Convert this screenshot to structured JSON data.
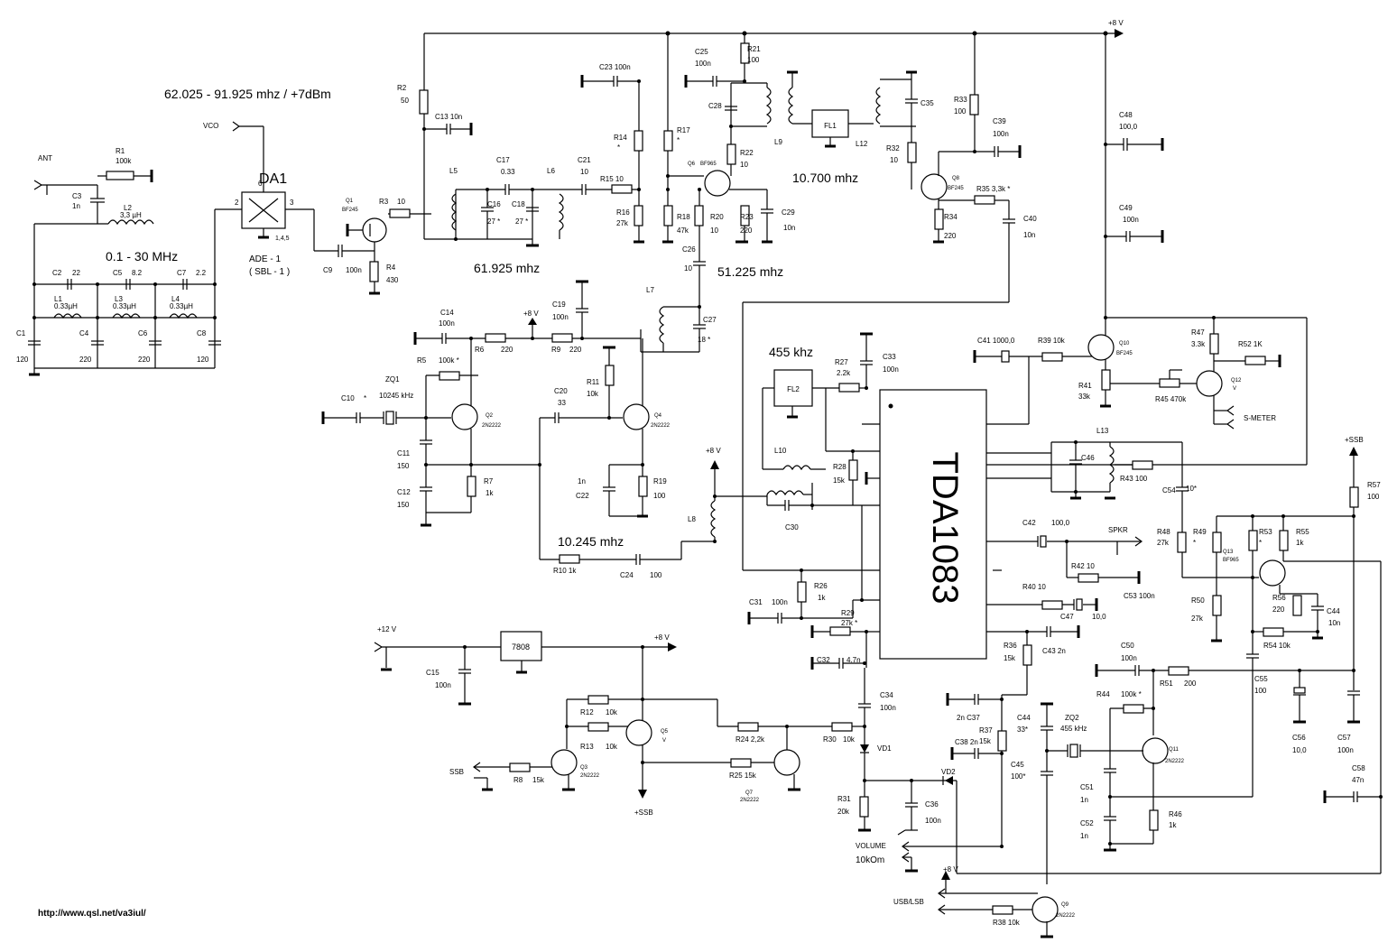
{
  "title_freq": "62.025 - 91.925  mhz / +7dBm",
  "footer_url": "http://www.qsl.net/va3iul/",
  "ic_main": "TDA1083",
  "mixer": {
    "name": "DA1",
    "model": "ADE - 1",
    "alt": "( SBL - 1 )",
    "pins_gnd": "1,4,5",
    "pin_in": "2",
    "pin_out": "3",
    "pin_lo": "6"
  },
  "regulator": "7808",
  "filters": {
    "fl1": "FL1",
    "fl2": "FL2"
  },
  "frequencies": {
    "band": "0.1 - 30 MHz",
    "if1": "61.925 mhz",
    "if2": "51.225 mhz",
    "if3": "10.700 mhz",
    "if4": "455 khz",
    "lo": "10.245 mhz"
  },
  "connectors": {
    "ant": "ANT",
    "vco": "VCO",
    "spkr": "SPKR",
    "smeter": "S-METER",
    "ssb_in": "SSB",
    "usb_lsb": "USB/LSB",
    "volume": "VOLUME",
    "volume_val": "10kOm",
    "v12": "+12 V",
    "v8": "+8 V",
    "vssb": "+SSB"
  },
  "labels": [
    {
      "id": "r1",
      "t": "R1"
    },
    {
      "id": "r1v",
      "t": "100k"
    },
    {
      "id": "c3",
      "t": "C3"
    },
    {
      "id": "c3v",
      "t": "1n"
    },
    {
      "id": "l2",
      "t": "L2"
    },
    {
      "id": "l2v",
      "t": "3,3 µH"
    },
    {
      "id": "c2",
      "t": "C2"
    },
    {
      "id": "c2v",
      "t": "22"
    },
    {
      "id": "c5",
      "t": "C5"
    },
    {
      "id": "c5v",
      "t": "8.2"
    },
    {
      "id": "c7",
      "t": "C7"
    },
    {
      "id": "c7v",
      "t": "2.2"
    },
    {
      "id": "l1",
      "t": "L1"
    },
    {
      "id": "l1v",
      "t": "0.33µH"
    },
    {
      "id": "l3",
      "t": "L3"
    },
    {
      "id": "l3v",
      "t": "0.33µH"
    },
    {
      "id": "l4",
      "t": "L4"
    },
    {
      "id": "l4v",
      "t": "0.33µH"
    },
    {
      "id": "c1",
      "t": "C1"
    },
    {
      "id": "c1v",
      "t": "120"
    },
    {
      "id": "c4",
      "t": "C4"
    },
    {
      "id": "c4v",
      "t": "220"
    },
    {
      "id": "c6",
      "t": "C6"
    },
    {
      "id": "c6v",
      "t": "220"
    },
    {
      "id": "c8",
      "t": "C8"
    },
    {
      "id": "c8v",
      "t": "120"
    },
    {
      "id": "r2",
      "t": "R2"
    },
    {
      "id": "r2v",
      "t": "50"
    },
    {
      "id": "c13",
      "t": "C13  10n"
    },
    {
      "id": "q1",
      "t": "Q1"
    },
    {
      "id": "q1m",
      "t": "BF245"
    },
    {
      "id": "r3",
      "t": "R3"
    },
    {
      "id": "r3v",
      "t": "10"
    },
    {
      "id": "c9",
      "t": "C9"
    },
    {
      "id": "c9v",
      "t": "100n"
    },
    {
      "id": "r4",
      "t": "R4"
    },
    {
      "id": "r4v",
      "t": "430"
    },
    {
      "id": "l5",
      "t": "L5"
    },
    {
      "id": "c17",
      "t": "C17"
    },
    {
      "id": "c17v",
      "t": "0.33"
    },
    {
      "id": "l6",
      "t": "L6"
    },
    {
      "id": "c16",
      "t": "C16"
    },
    {
      "id": "c16v",
      "t": "27 *"
    },
    {
      "id": "c18",
      "t": "C18"
    },
    {
      "id": "c18v",
      "t": "27 *"
    },
    {
      "id": "c21",
      "t": "C21"
    },
    {
      "id": "c21v",
      "t": "10"
    },
    {
      "id": "r15",
      "t": "R15  10"
    },
    {
      "id": "c23",
      "t": "C23  100n"
    },
    {
      "id": "r14",
      "t": "R14"
    },
    {
      "id": "r14v",
      "t": "*"
    },
    {
      "id": "r16",
      "t": "R16"
    },
    {
      "id": "r16v",
      "t": "27k"
    },
    {
      "id": "r17",
      "t": "R17"
    },
    {
      "id": "r17v",
      "t": "*"
    },
    {
      "id": "r18",
      "t": "R18"
    },
    {
      "id": "r18v",
      "t": "47k"
    },
    {
      "id": "q6",
      "t": "Q6"
    },
    {
      "id": "q6m",
      "t": "BF965"
    },
    {
      "id": "c25",
      "t": "C25"
    },
    {
      "id": "c25v",
      "t": "100n"
    },
    {
      "id": "r21",
      "t": "R21"
    },
    {
      "id": "r21v",
      "t": "100"
    },
    {
      "id": "c28",
      "t": "C28"
    },
    {
      "id": "l9",
      "t": "L9"
    },
    {
      "id": "r22",
      "t": "R22"
    },
    {
      "id": "r22v",
      "t": "10"
    },
    {
      "id": "r20",
      "t": "R20"
    },
    {
      "id": "r20v",
      "t": "10"
    },
    {
      "id": "r23",
      "t": "R23"
    },
    {
      "id": "r23v",
      "t": "220"
    },
    {
      "id": "c29",
      "t": "C29"
    },
    {
      "id": "c29v",
      "t": "10n"
    },
    {
      "id": "c26",
      "t": "C26"
    },
    {
      "id": "c26v",
      "t": "10"
    },
    {
      "id": "l12",
      "t": "L12"
    },
    {
      "id": "c35",
      "t": "C35"
    },
    {
      "id": "r33",
      "t": "R33"
    },
    {
      "id": "r33v",
      "t": "100"
    },
    {
      "id": "c39",
      "t": "C39"
    },
    {
      "id": "c39v",
      "t": "100n"
    },
    {
      "id": "r32",
      "t": "R32"
    },
    {
      "id": "r32v",
      "t": "10"
    },
    {
      "id": "q8",
      "t": "Q8"
    },
    {
      "id": "q8m",
      "t": "BF245"
    },
    {
      "id": "r35",
      "t": "R35  3,3k *"
    },
    {
      "id": "r34",
      "t": "R34"
    },
    {
      "id": "r34v",
      "t": "220"
    },
    {
      "id": "c40",
      "t": "C40"
    },
    {
      "id": "c40v",
      "t": "10n"
    },
    {
      "id": "c48",
      "t": "C48"
    },
    {
      "id": "c48v",
      "t": "100,0"
    },
    {
      "id": "c49",
      "t": "C49"
    },
    {
      "id": "c49v",
      "t": "100n"
    },
    {
      "id": "c14",
      "t": "C14"
    },
    {
      "id": "c14v",
      "t": "100n"
    },
    {
      "id": "v8a",
      "t": "+8 V"
    },
    {
      "id": "c19",
      "t": "C19"
    },
    {
      "id": "c19v",
      "t": "100n"
    },
    {
      "id": "r6",
      "t": "R6"
    },
    {
      "id": "r6v",
      "t": "220"
    },
    {
      "id": "r9",
      "t": "R9"
    },
    {
      "id": "r9v",
      "t": "220"
    },
    {
      "id": "l7",
      "t": "L7"
    },
    {
      "id": "c27",
      "t": "C27"
    },
    {
      "id": "c27v",
      "t": "18 *"
    },
    {
      "id": "r5",
      "t": "R5"
    },
    {
      "id": "r5v",
      "t": "100k *"
    },
    {
      "id": "zq1",
      "t": "ZQ1"
    },
    {
      "id": "zq1v",
      "t": "10245 kHz"
    },
    {
      "id": "c10",
      "t": "C10"
    },
    {
      "id": "c10v",
      "t": "*"
    },
    {
      "id": "q2",
      "t": "Q2"
    },
    {
      "id": "q2m",
      "t": "2N2222"
    },
    {
      "id": "c11",
      "t": "C11"
    },
    {
      "id": "c11v",
      "t": "150"
    },
    {
      "id": "c12",
      "t": "C12"
    },
    {
      "id": "c12v",
      "t": "150"
    },
    {
      "id": "r7",
      "t": "R7"
    },
    {
      "id": "r7v",
      "t": "1k"
    },
    {
      "id": "c20",
      "t": "C20"
    },
    {
      "id": "c20v",
      "t": "33"
    },
    {
      "id": "r11",
      "t": "R11"
    },
    {
      "id": "r11v",
      "t": "10k"
    },
    {
      "id": "q4",
      "t": "Q4"
    },
    {
      "id": "q4m",
      "t": "2N2222"
    },
    {
      "id": "c22",
      "t": "C22"
    },
    {
      "id": "c22v",
      "t": "1n"
    },
    {
      "id": "r19",
      "t": "R19"
    },
    {
      "id": "r19v",
      "t": "100"
    },
    {
      "id": "r10",
      "t": "R10  1k"
    },
    {
      "id": "c24",
      "t": "C24"
    },
    {
      "id": "c24v",
      "t": "100"
    },
    {
      "id": "l8",
      "t": "L8"
    },
    {
      "id": "v8b",
      "t": "+8 V"
    },
    {
      "id": "r27",
      "t": "R27"
    },
    {
      "id": "r27v",
      "t": "2.2k"
    },
    {
      "id": "c33",
      "t": "C33"
    },
    {
      "id": "c33v",
      "t": "100n"
    },
    {
      "id": "l10",
      "t": "L10"
    },
    {
      "id": "c30",
      "t": "C30"
    },
    {
      "id": "r28",
      "t": "R28"
    },
    {
      "id": "r28v",
      "t": "15k"
    },
    {
      "id": "c41",
      "t": "C41  1000,0"
    },
    {
      "id": "r39",
      "t": "R39  10k"
    },
    {
      "id": "q10",
      "t": "Q10"
    },
    {
      "id": "q10m",
      "t": "BF245"
    },
    {
      "id": "r47",
      "t": "R47"
    },
    {
      "id": "r47v",
      "t": "3.3k"
    },
    {
      "id": "r52",
      "t": "R52  1K"
    },
    {
      "id": "r41",
      "t": "R41"
    },
    {
      "id": "r41v",
      "t": "33k"
    },
    {
      "id": "r45",
      "t": "R45  470k"
    },
    {
      "id": "q12",
      "t": "Q12"
    },
    {
      "id": "q12v",
      "t": "V"
    },
    {
      "id": "l13",
      "t": "L13"
    },
    {
      "id": "c46",
      "t": "C46"
    },
    {
      "id": "r43",
      "t": "R43  100"
    },
    {
      "id": "c54",
      "t": "C54"
    },
    {
      "id": "c54v",
      "t": "10*"
    },
    {
      "id": "r57",
      "t": "R57"
    },
    {
      "id": "r57v",
      "t": "100"
    },
    {
      "id": "c42",
      "t": "C42"
    },
    {
      "id": "c42v",
      "t": "100,0"
    },
    {
      "id": "r42",
      "t": "R42  10"
    },
    {
      "id": "r40",
      "t": "R40  10"
    },
    {
      "id": "c47",
      "t": "C47"
    },
    {
      "id": "c47v",
      "t": "10,0"
    },
    {
      "id": "c53",
      "t": "C53  100n"
    },
    {
      "id": "r48",
      "t": "R48"
    },
    {
      "id": "r48v",
      "t": "27k"
    },
    {
      "id": "r49",
      "t": "R49"
    },
    {
      "id": "r49v",
      "t": "*"
    },
    {
      "id": "q13",
      "t": "Q13"
    },
    {
      "id": "q13m",
      "t": "BF965"
    },
    {
      "id": "r53",
      "t": "R53"
    },
    {
      "id": "r53v",
      "t": "*"
    },
    {
      "id": "r55",
      "t": "R55"
    },
    {
      "id": "r55v",
      "t": "1k"
    },
    {
      "id": "r56",
      "t": "R56"
    },
    {
      "id": "r56v",
      "t": "220"
    },
    {
      "id": "c44b",
      "t": "C44"
    },
    {
      "id": "c44bv",
      "t": "10n"
    },
    {
      "id": "r50",
      "t": "R50"
    },
    {
      "id": "r50v",
      "t": "27k"
    },
    {
      "id": "r54",
      "t": "R54  10k"
    },
    {
      "id": "r26",
      "t": "R26"
    },
    {
      "id": "r26v",
      "t": "1k"
    },
    {
      "id": "c31",
      "t": "C31"
    },
    {
      "id": "c31v",
      "t": "100n"
    },
    {
      "id": "r29",
      "t": "R29"
    },
    {
      "id": "r29v",
      "t": "27k *"
    },
    {
      "id": "c32",
      "t": "C32"
    },
    {
      "id": "c32v",
      "t": "4.7n"
    },
    {
      "id": "c34",
      "t": "C34"
    },
    {
      "id": "c34v",
      "t": "100n"
    },
    {
      "id": "r36",
      "t": "R36"
    },
    {
      "id": "r36v",
      "t": "15k"
    },
    {
      "id": "c43",
      "t": "C43  2n"
    },
    {
      "id": "c50",
      "t": "C50"
    },
    {
      "id": "c50v",
      "t": "100n"
    },
    {
      "id": "r51",
      "t": "R51"
    },
    {
      "id": "r51v",
      "t": "200"
    },
    {
      "id": "c55",
      "t": "C55"
    },
    {
      "id": "c55v",
      "t": "100"
    },
    {
      "id": "c56",
      "t": "C56"
    },
    {
      "id": "c56v",
      "t": "10,0"
    },
    {
      "id": "c57",
      "t": "C57"
    },
    {
      "id": "c57v",
      "t": "100n"
    },
    {
      "id": "c15",
      "t": "C15"
    },
    {
      "id": "c15v",
      "t": "100n"
    },
    {
      "id": "v8c",
      "t": "+8 V"
    },
    {
      "id": "r12",
      "t": "R12"
    },
    {
      "id": "r12v",
      "t": "10k"
    },
    {
      "id": "r13",
      "t": "R13"
    },
    {
      "id": "r13v",
      "t": "10k"
    },
    {
      "id": "q5",
      "t": "Q5"
    },
    {
      "id": "q5v",
      "t": "V"
    },
    {
      "id": "q3",
      "t": "Q3"
    },
    {
      "id": "q3m",
      "t": "2N2222"
    },
    {
      "id": "r8",
      "t": "R8"
    },
    {
      "id": "r8v",
      "t": "15k"
    },
    {
      "id": "r24",
      "t": "R24  2,2k"
    },
    {
      "id": "r25",
      "t": "R25  15k"
    },
    {
      "id": "q7",
      "t": "Q7"
    },
    {
      "id": "q7m",
      "t": "2N2222"
    },
    {
      "id": "r30",
      "t": "R30"
    },
    {
      "id": "r30v",
      "t": "10k"
    },
    {
      "id": "vd1",
      "t": "VD1"
    },
    {
      "id": "vd2",
      "t": "VD2"
    },
    {
      "id": "r31",
      "t": "R31"
    },
    {
      "id": "r31v",
      "t": "20k"
    },
    {
      "id": "c36",
      "t": "C36"
    },
    {
      "id": "c36v",
      "t": "100n"
    },
    {
      "id": "c37",
      "t": "2n  C37"
    },
    {
      "id": "c38",
      "t": "C38  2n"
    },
    {
      "id": "r37",
      "t": "R37"
    },
    {
      "id": "r37v",
      "t": "15k"
    },
    {
      "id": "c44",
      "t": "C44"
    },
    {
      "id": "c44v",
      "t": "33*"
    },
    {
      "id": "c45",
      "t": "C45"
    },
    {
      "id": "c45v",
      "t": "100*"
    },
    {
      "id": "zq2",
      "t": "ZQ2"
    },
    {
      "id": "zq2v",
      "t": "455 kHz"
    },
    {
      "id": "r44",
      "t": "R44"
    },
    {
      "id": "r44v",
      "t": "100k *"
    },
    {
      "id": "q11",
      "t": "Q11"
    },
    {
      "id": "q11m",
      "t": "2N2222"
    },
    {
      "id": "c51",
      "t": "C51"
    },
    {
      "id": "c51v",
      "t": "1n"
    },
    {
      "id": "c52",
      "t": "C52"
    },
    {
      "id": "c52v",
      "t": "1n"
    },
    {
      "id": "r46",
      "t": "R46"
    },
    {
      "id": "r46v",
      "t": "1k"
    },
    {
      "id": "c58",
      "t": "C58"
    },
    {
      "id": "c58v",
      "t": "47n"
    },
    {
      "id": "v8d",
      "t": "+8 V"
    },
    {
      "id": "q9",
      "t": "Q9"
    },
    {
      "id": "q9m",
      "t": "2N2222"
    },
    {
      "id": "r38",
      "t": "R38  10k"
    },
    {
      "id": "vssb2",
      "t": "+SSB"
    }
  ]
}
